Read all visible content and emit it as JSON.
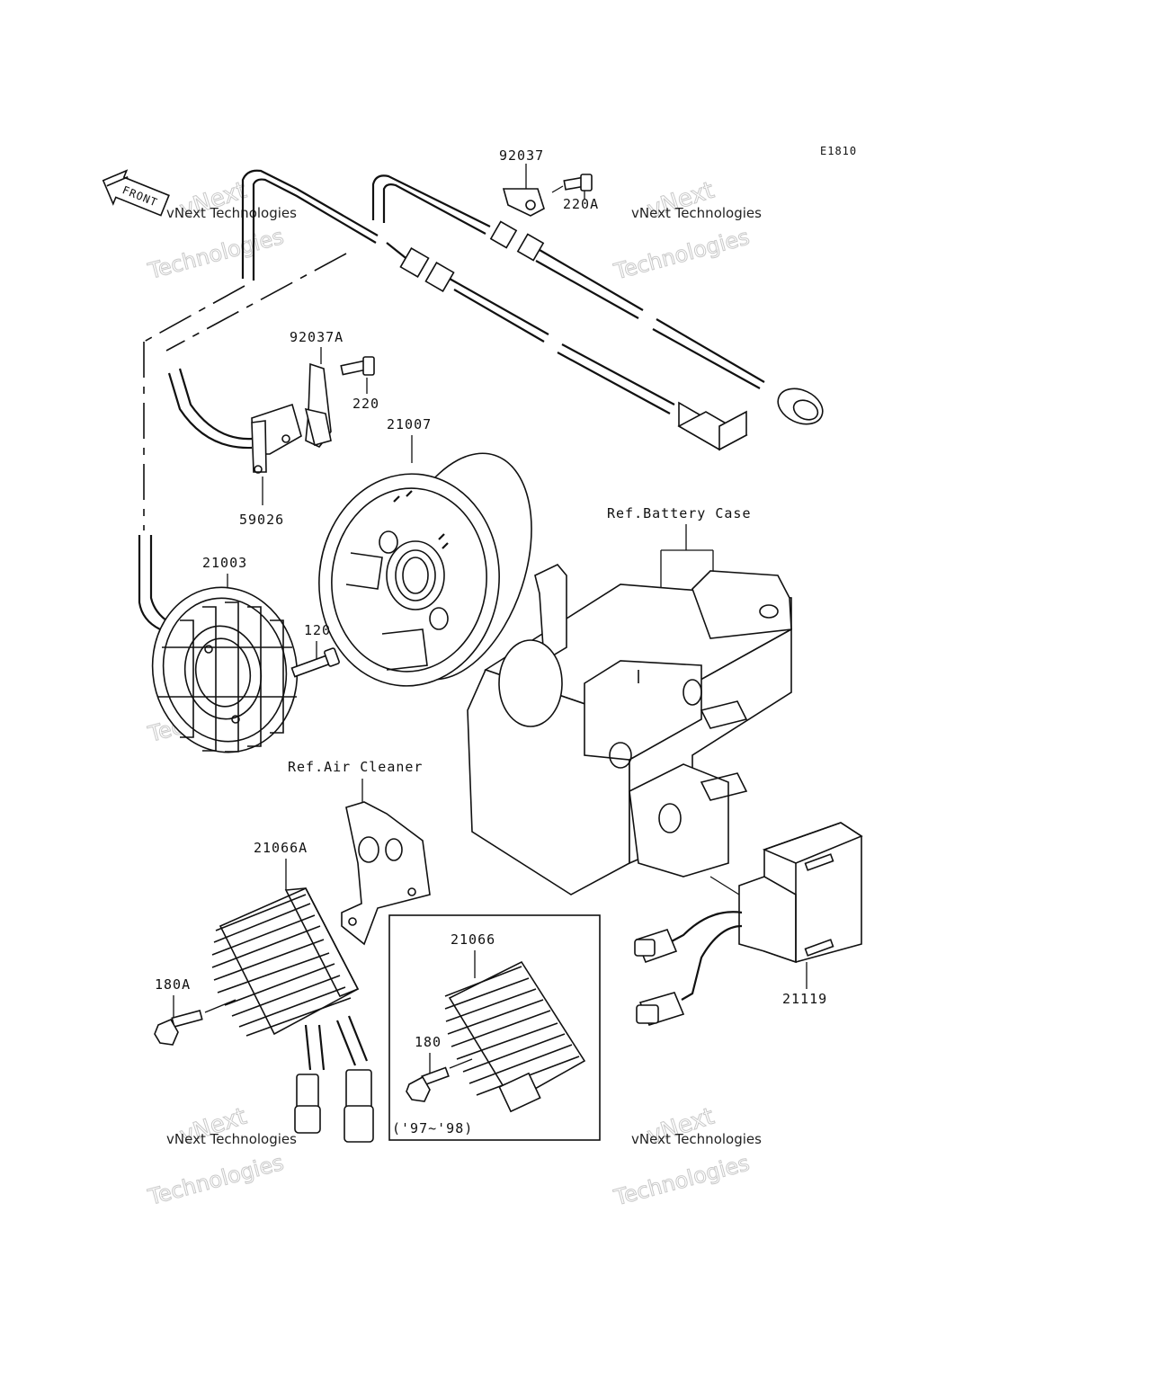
{
  "diagram_code": "E1810",
  "front_label": "FRONT",
  "references": {
    "battery_case": "Ref.Battery Case",
    "air_cleaner": "Ref.Air Cleaner"
  },
  "parts": {
    "p92037": "92037",
    "p220A": "220A",
    "p92037A": "92037A",
    "p220": "220",
    "p59026": "59026",
    "p21007": "21007",
    "p21003": "21003",
    "p120": "120",
    "p21066A": "21066A",
    "p180A": "180A",
    "p21066": "21066",
    "p180": "180",
    "p21119": "21119"
  },
  "year_note": "('97~'98)",
  "watermark": {
    "line1": "vNext",
    "line2": "vNext Technologies",
    "line3": "Technologies"
  }
}
